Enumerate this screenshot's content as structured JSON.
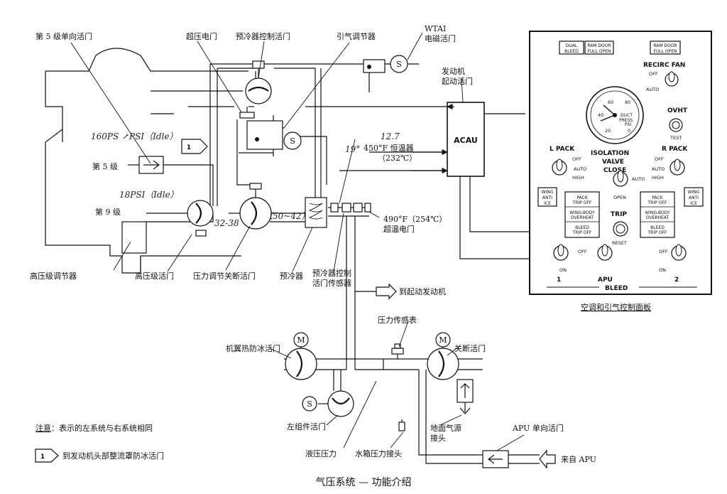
{
  "labels": {
    "stage5_check": "第 5 级单向活门",
    "overpressure": "超压电门",
    "precooler_ctrl": "预冷器控制活门",
    "bleed_reg": "引气调节器",
    "wtai_a": "WTAI",
    "wtai_b": "电磁活门",
    "eng_start_a": "发动机",
    "eng_start_b": "起动活门",
    "acau": "ACAU",
    "thermo_a": "450°F 恒温器",
    "thermo_b": "（232℃）",
    "overtemp_a": "490°F（254℃）",
    "overtemp_b": "超温电门",
    "stage5": "第 5 级",
    "stage9": "第 9 级",
    "hp_reg": "高压级调节器",
    "hp_valve": "高压级活门",
    "prsov": "压力调节关断活门",
    "precooler": "预冷器",
    "pcv_sensor_a": "预冷器控制",
    "pcv_sensor_b": "活门传感器",
    "to_start": "到起动发动机",
    "pressure_gauge": "压力传感表",
    "wing_ai_valve": "机翼热防冰活门",
    "shutoff_valve": "关断活门",
    "pack_valve": "左组件活门",
    "ground_src_a": "地面气源",
    "ground_src_b": "接头",
    "apu_check": "APU 单向活门",
    "from_apu": "来自 APU",
    "hyd_pressure": "液压压力",
    "water_tank": "水箱压力接头",
    "note_title": "注意",
    "note_text": "：表示的左系统与右系统相同",
    "cowl_ref_num": "1",
    "cowl_ref_text": "到发动机头部整流罩防冰活门",
    "panel_caption": "空调和引气控制面板",
    "caption": "气压系统 — 功能介绍"
  },
  "handwriting": {
    "h1": "160PS",
    "h2": "↗PSI（Idle）",
    "h3": "18PSI（Idle）",
    "h4": "32-38",
    "h5": "（50~42）",
    "h6": "19°",
    "h7": "12.7"
  },
  "panel": {
    "dual_bleed_a": "DUAL",
    "dual_bleed_b": "BLEED",
    "ram_door_l_a": "RAM DOOR",
    "ram_door_l_b": "FULL OPEN",
    "ram_door_r_a": "RAM DOOR",
    "ram_door_r_b": "FULL OPEN",
    "recirc_fan": "RECIRC FAN",
    "off": "OFF",
    "auto": "AUTO",
    "ovht": "OVHT",
    "test": "TEST",
    "duct_a": "DUCT",
    "duct_b": "PRESS",
    "psi": "PSI",
    "gauge_ticks": [
      "0",
      "20",
      "40",
      "60",
      "80"
    ],
    "l_pack": "L PACK",
    "r_pack": "R PACK",
    "high": "HIGH",
    "isolation_a": "ISOLATION",
    "isolation_b": "VALVE",
    "close": "CLOSE",
    "open": "OPEN",
    "wing_anti_a": "WING",
    "wing_anti_b": "ANTI",
    "wing_anti_c": "ICE",
    "pack_trip_a": "PACK",
    "pack_trip_b": "TRIP OFF",
    "wing_body_a": "WING-BODY",
    "wing_body_b": "OVERHEAT",
    "bleed_trip_a": "BLEED",
    "bleed_trip_b": "TRIP OFF",
    "trip": "TRIP",
    "reset": "RESET",
    "on": "ON",
    "sw1": "1",
    "sw2": "2",
    "apu": "APU",
    "bleed": "BLEED",
    "s": "S",
    "m": "M"
  }
}
